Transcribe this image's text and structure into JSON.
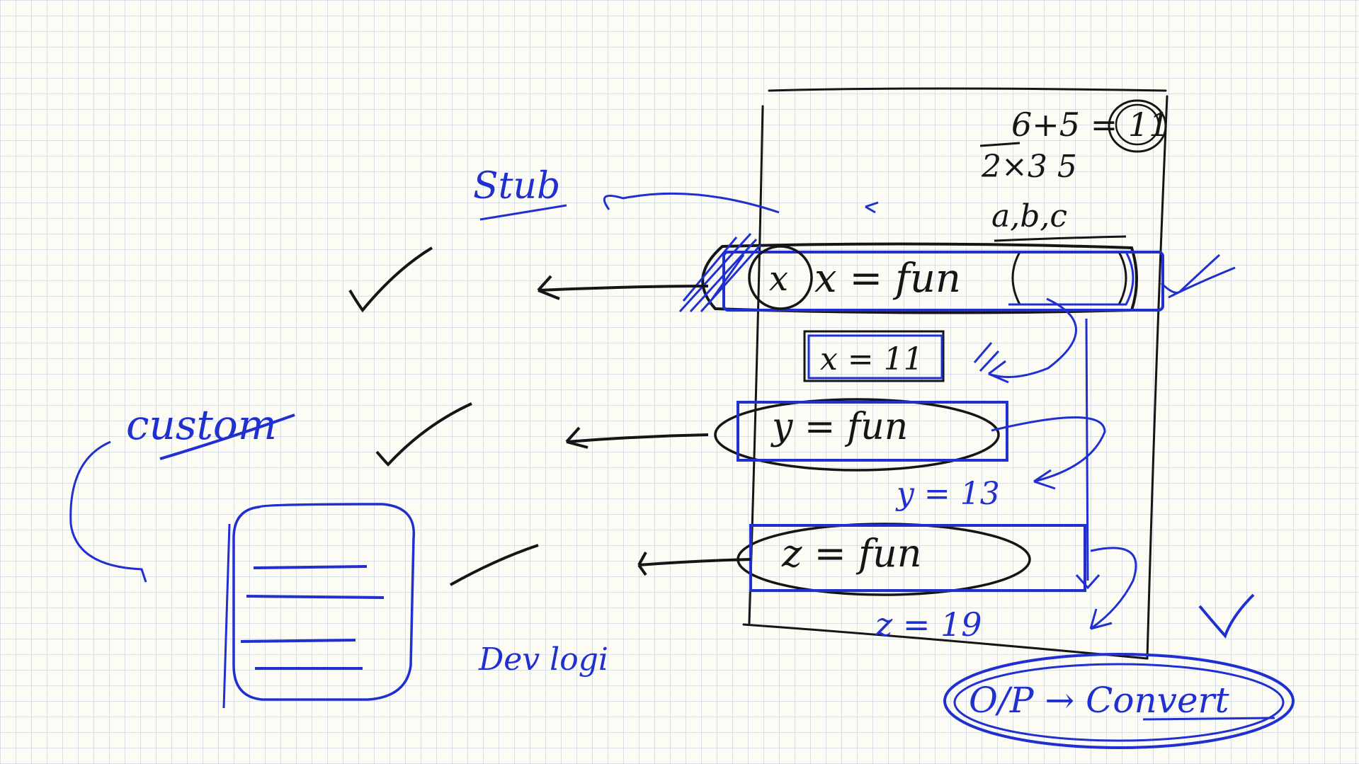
{
  "colors": {
    "paper": "#fcfbf4",
    "grid": "#a9bcd3",
    "ink_black": "#151515",
    "ink_blue": "#1f2fd0"
  },
  "labels": {
    "stub": "Stub",
    "custom": "custom",
    "dev_logic": "Dev logi",
    "sum": "6+5 = 11",
    "mult": "2×3  5",
    "params": "a,b,c",
    "x_eq": "x = fun",
    "x_result": "x = 11",
    "y_eq": "y = fun",
    "y_result": "y = 13",
    "z_eq": "z = fun",
    "z_result": "z = 19",
    "output": "O/P → Convert"
  }
}
